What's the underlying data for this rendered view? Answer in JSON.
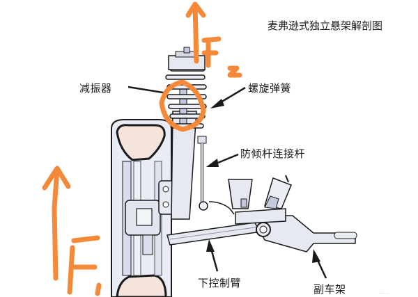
{
  "title": "麦弗逊式独立悬架解剖图",
  "labels": {
    "shock_absorber": "减振器",
    "coil_spring": "螺旋弹簧",
    "stabilizer_link": "防倾杆连接杆",
    "lower_control_arm": "下控制臂",
    "subframe": "副车架"
  },
  "annotations": {
    "force_top": "F2",
    "force_wheel": "F1"
  },
  "watermark": "······",
  "colors": {
    "annotation_orange": "#F5893A",
    "line_dark": "#1a1a1a",
    "metal_light": "#e6e9f2",
    "metal_shade": "#c3c9dc",
    "tire_fill": "#f5e4dc",
    "tire_rim": "#e7cfb8"
  }
}
